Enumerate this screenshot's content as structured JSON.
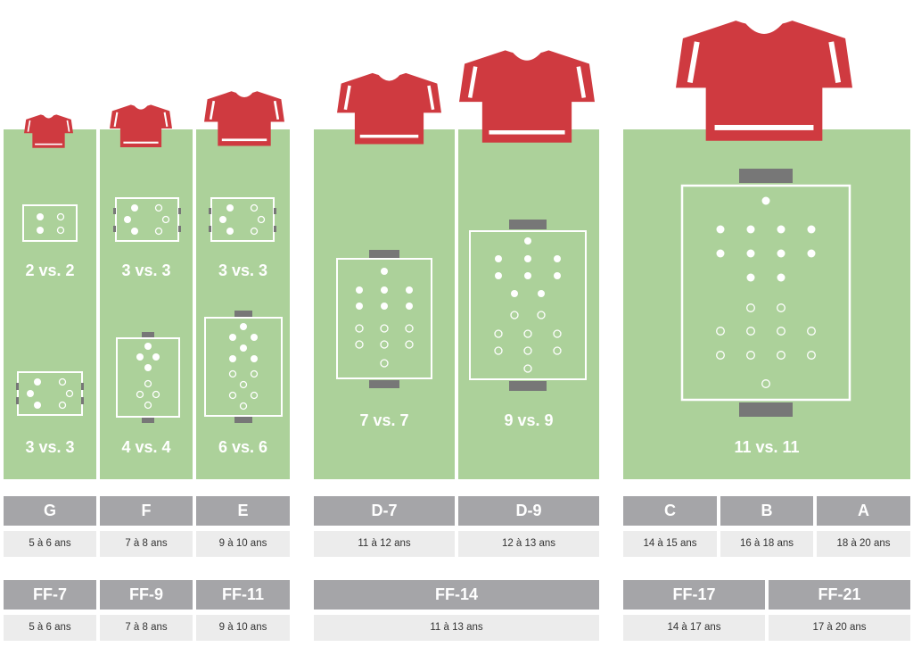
{
  "colors": {
    "pitch": "#acd19a",
    "shirt": "#cf3a40",
    "header": "#a5a5a8",
    "age_bg": "#ececec",
    "goal": "#7d7d7d"
  },
  "fields": [
    {
      "match_top": "2 vs. 2",
      "match_bottom": "3 vs. 3"
    },
    {
      "match_top": "3 vs. 3",
      "match_bottom": "4 vs. 4"
    },
    {
      "match_top": "3 vs. 3",
      "match_bottom": "6 vs. 6"
    },
    {
      "match": "7 vs. 7"
    },
    {
      "match": "9 vs. 9"
    },
    {
      "match": "11 vs. 11"
    }
  ],
  "categories": [
    {
      "name": "G",
      "ages": "5 à 6 ans"
    },
    {
      "name": "F",
      "ages": "7 à 8 ans"
    },
    {
      "name": "E",
      "ages": "9 à 10 ans"
    },
    {
      "name": "D-7",
      "ages": "11 à 12 ans"
    },
    {
      "name": "D-9",
      "ages": "12 à 13 ans"
    },
    {
      "name": "C",
      "ages": "14 à 15 ans"
    },
    {
      "name": "B",
      "ages": "16 à 18 ans"
    },
    {
      "name": "A",
      "ages": "18 à 20 ans"
    }
  ],
  "ff_categories": [
    {
      "name": "FF-7",
      "ages": "5 à 6 ans"
    },
    {
      "name": "FF-9",
      "ages": "7 à 8 ans"
    },
    {
      "name": "FF-11",
      "ages": "9 à 10 ans"
    },
    {
      "name": "FF-14",
      "ages": "11 à 13 ans"
    },
    {
      "name": "FF-17",
      "ages": "14 à 17 ans"
    },
    {
      "name": "FF-21",
      "ages": "17 à 20 ans"
    }
  ]
}
